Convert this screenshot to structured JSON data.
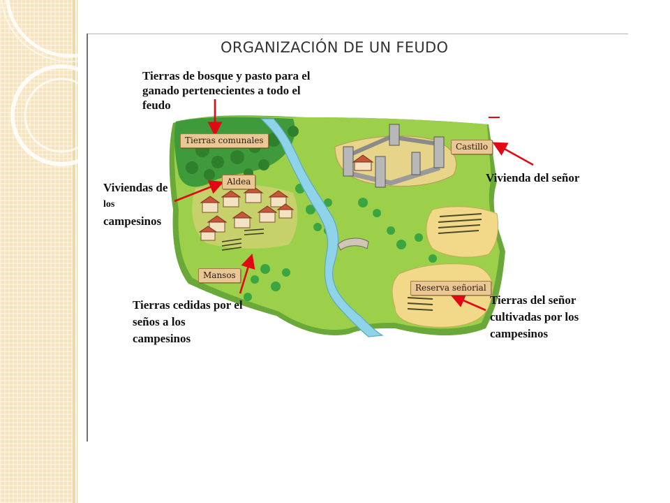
{
  "title": "ORGANIZACIÓN DE UN FEUDO",
  "annotations": {
    "comunales": [
      "Tierras de bosque y pasto para el",
      "ganado pertenecientes a todo el",
      "feudo"
    ],
    "viviendas": [
      "Viviendas de",
      "los",
      "campesinos"
    ],
    "castillo": [
      "Vivienda del señor"
    ],
    "mansos": [
      "Tierras cedidas por el",
      "seños a los",
      "campesinos"
    ],
    "reserva": [
      "Tierras del señor",
      "cultivadas por los",
      "campesinos"
    ]
  },
  "map_labels": {
    "tierras_comunales": "Tierras comunales",
    "aldea": "Aldea",
    "castillo": "Castillo",
    "mansos": "Mansos",
    "reserva_senorial": "Reserva señorial"
  },
  "colors": {
    "arrow": "#e30613",
    "meadow": "#8cc63f",
    "forest": "#3d9a3a",
    "river": "#8fd3e8",
    "fields": "#f2d98a",
    "strip": "#f6e4be"
  }
}
